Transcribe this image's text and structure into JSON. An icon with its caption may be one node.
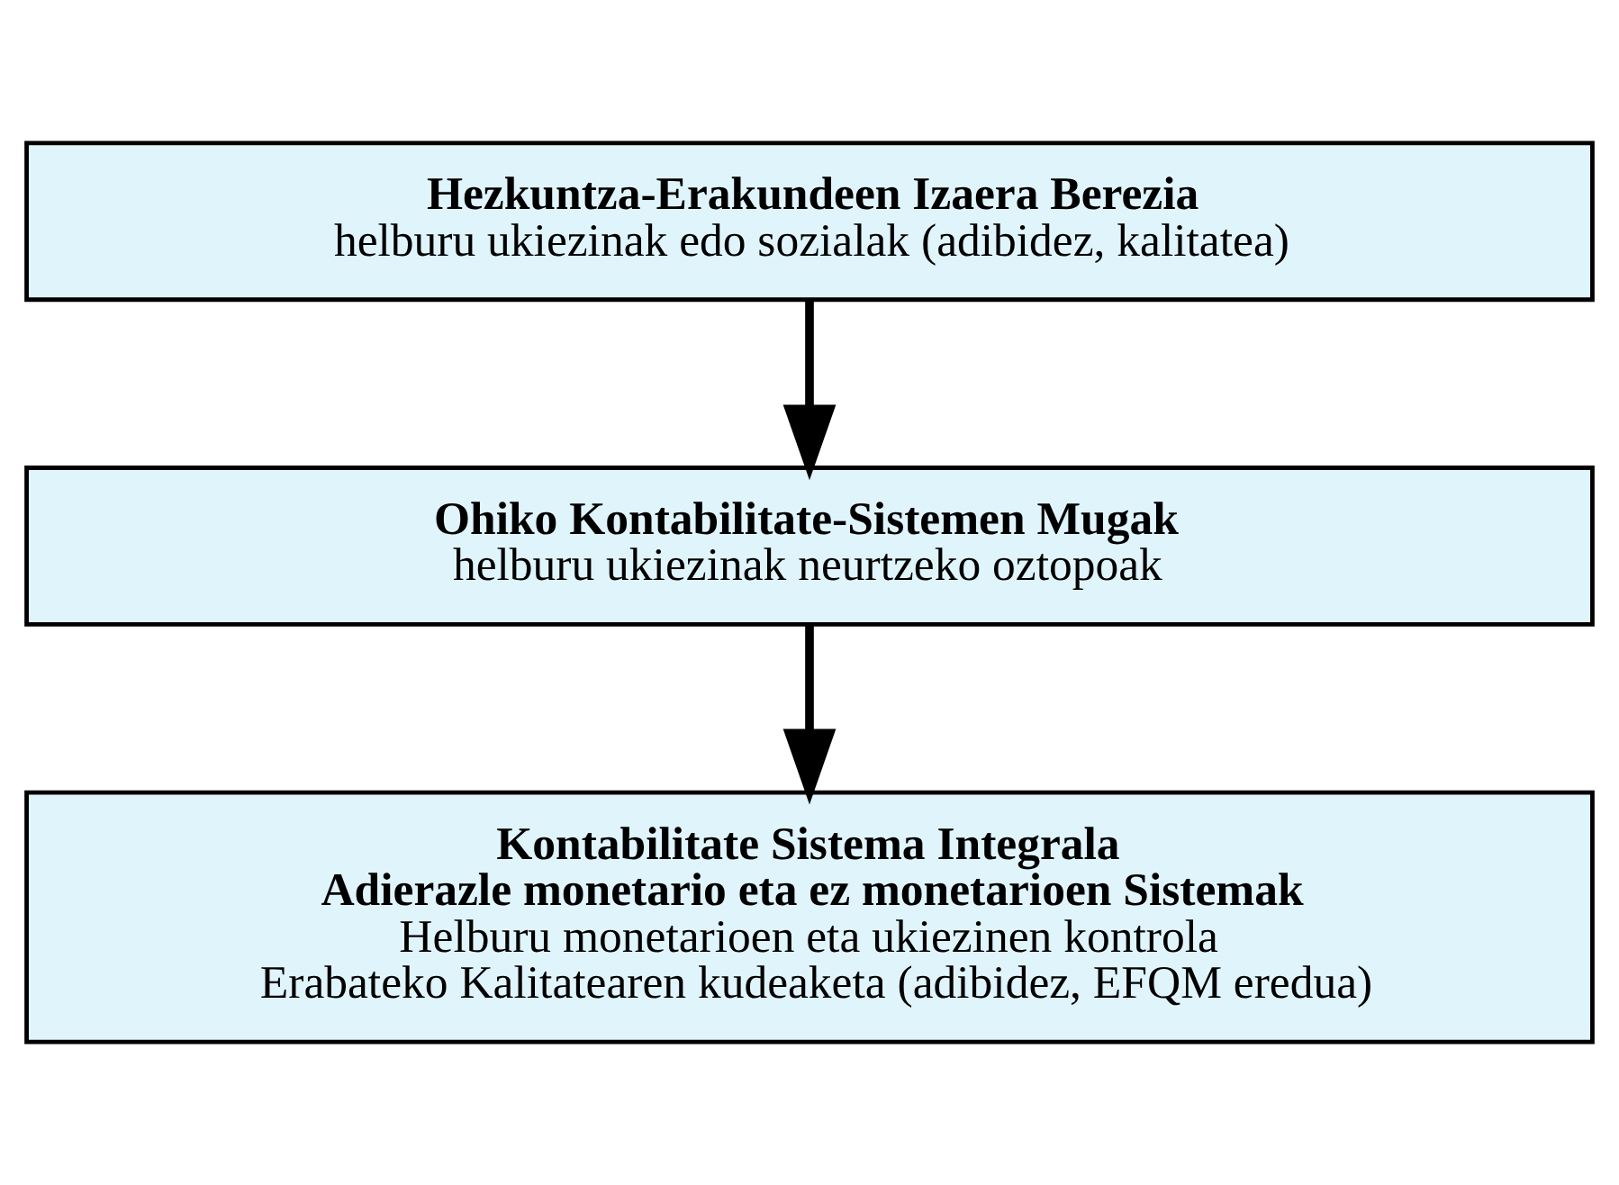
{
  "diagram": {
    "nodes": [
      {
        "text": [
          "Hezkuntza-Erakundeen Izaera Berezia",
          "helburu ukiezinak edo sozialak (adibidez, kalitatea)"
        ]
      },
      {
        "text": [
          "Ohiko Kontabilitate-Sistemen Mugak",
          "helburu ukiezinak neurtzeko oztopoak"
        ]
      },
      {
        "text": [
          "Kontabilitate Sistema Integrala",
          "Adierazle monetario eta ez monetarioen Sistemak",
          "Helburu monetarioen eta ukiezinen kontrola",
          "Erabateko Kalitatearen kudeaketa (adibidez, EFQM eredua)"
        ]
      }
    ],
    "edges": [
      {
        "from": 0,
        "to": 1,
        "arrow": "to"
      },
      {
        "from": 1,
        "to": 2,
        "arrow": "to"
      }
    ]
  }
}
